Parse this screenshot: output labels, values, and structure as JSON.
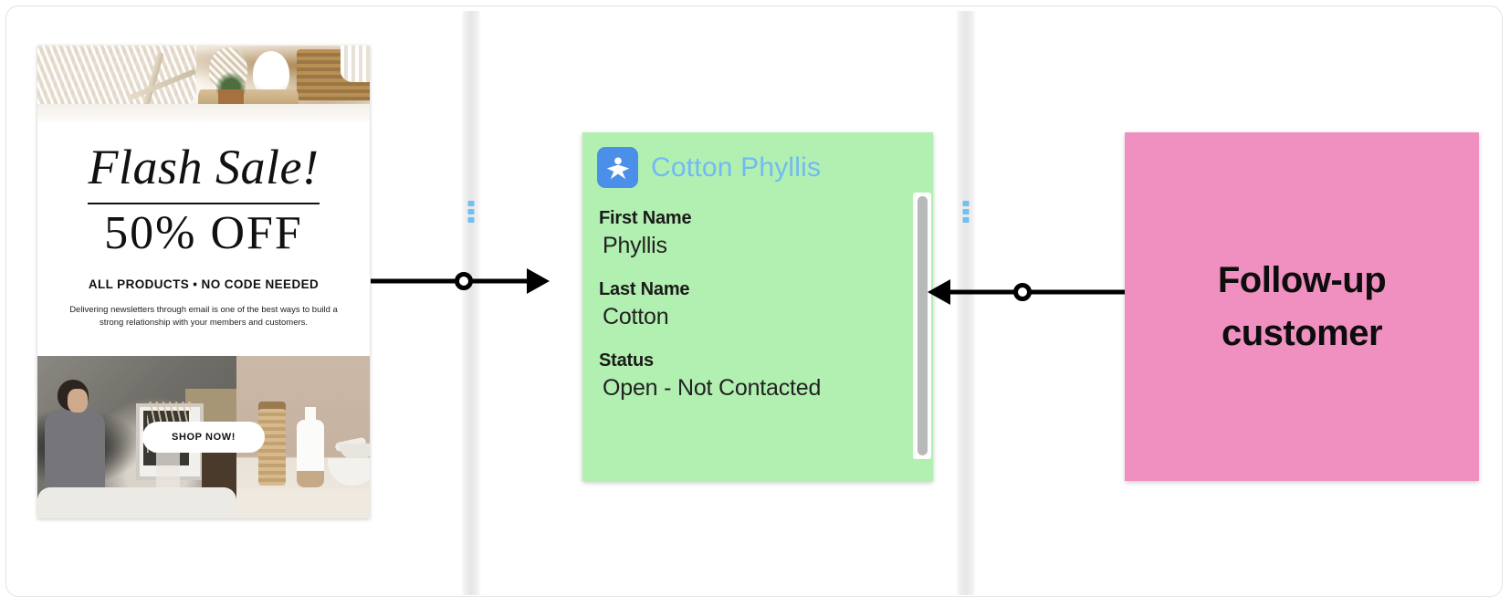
{
  "board": {
    "gutters": [
      {
        "name": "gutter-left",
        "handle_dots": 3
      },
      {
        "name": "gutter-right",
        "handle_dots": 3
      }
    ]
  },
  "email_asset": {
    "name": "flash-sale-email",
    "headline": "Flash Sale!",
    "discount": "50% OFF",
    "subhead": "ALL PRODUCTS • NO CODE NEEDED",
    "body_text": "Delivering newsletters through email is one of the best ways to build a strong relationship with your members and customers.",
    "cta_label": "SHOP NOW!"
  },
  "record_card": {
    "name": "salesforce-lead-card",
    "icon": "salesforce-lead-icon",
    "title": "Cotton Phyllis",
    "title_color": "#72b9f5",
    "background_color": "#b2f0b2",
    "fields": [
      {
        "label": "First Name",
        "value": "Phyllis"
      },
      {
        "label": "Last Name",
        "value": "Cotton"
      },
      {
        "label": "Status",
        "value": "Open - Not Contacted"
      }
    ]
  },
  "sticky_note": {
    "name": "follow-up-sticky-note",
    "text": "Follow-up customer",
    "background_color": "#f090c0"
  },
  "connectors": [
    {
      "name": "connector-email-to-record",
      "direction": "right",
      "has_midpoint_handle": true
    },
    {
      "name": "connector-sticky-to-record",
      "direction": "left",
      "has_midpoint_handle": true
    }
  ]
}
